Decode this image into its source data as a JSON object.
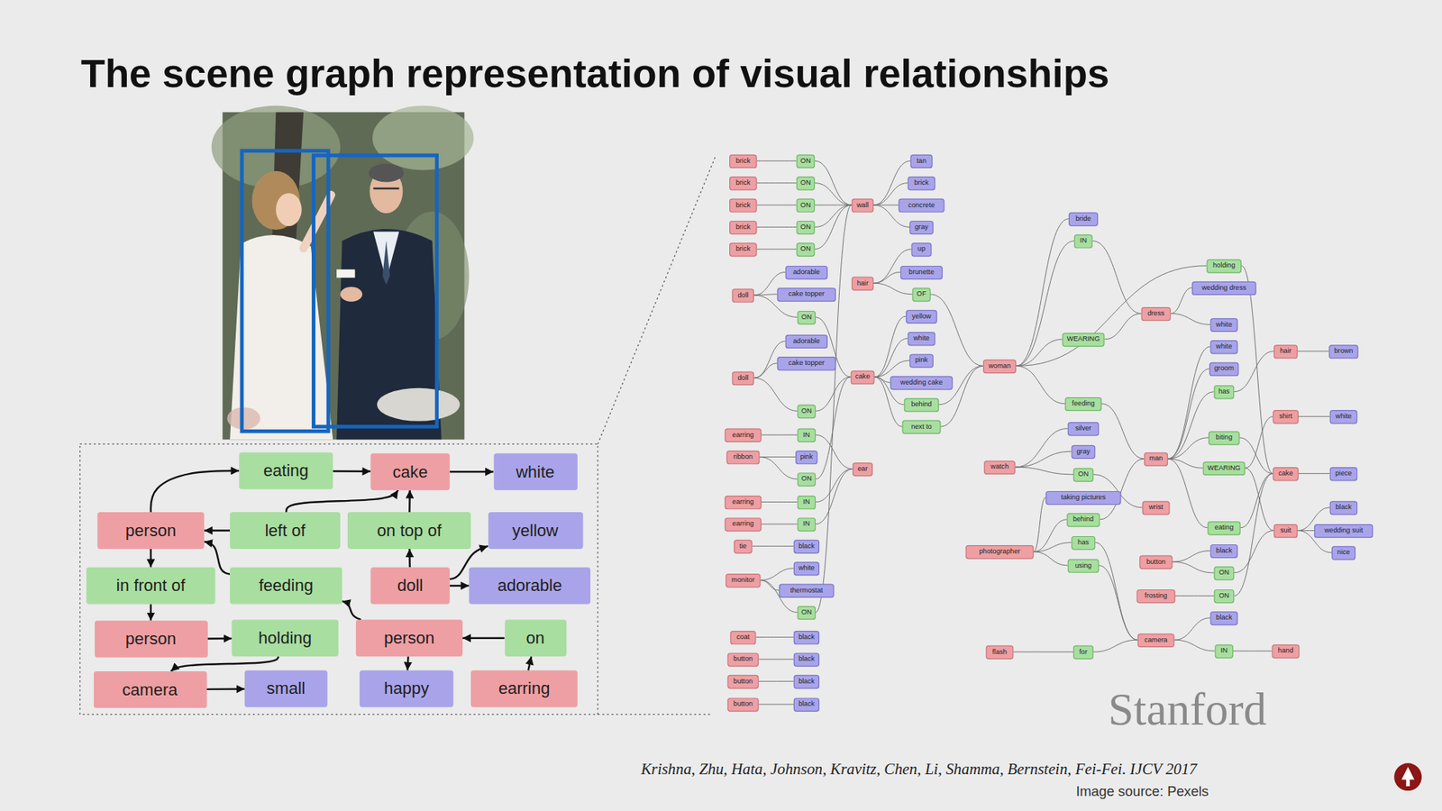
{
  "diagram": {
    "title": "The scene graph representation of visual relationships",
    "nodes": [
      {
        "text": [
          "eating"
        ]
      },
      {
        "text": [
          "cake"
        ]
      },
      {
        "text": [
          "white"
        ]
      },
      {
        "text": [
          "person"
        ]
      },
      {
        "text": [
          "left of"
        ]
      },
      {
        "text": [
          "on top of"
        ]
      },
      {
        "text": [
          "yellow"
        ]
      },
      {
        "text": [
          "in front of"
        ]
      },
      {
        "text": [
          "feeding"
        ]
      },
      {
        "text": [
          "doll"
        ]
      },
      {
        "text": [
          "adorable"
        ]
      },
      {
        "text": [
          "person"
        ]
      },
      {
        "text": [
          "holding"
        ]
      },
      {
        "text": [
          "person"
        ]
      },
      {
        "text": [
          "on"
        ]
      },
      {
        "text": [
          "camera"
        ]
      },
      {
        "text": [
          "small"
        ]
      },
      {
        "text": [
          "happy"
        ]
      },
      {
        "text": [
          "earring"
        ]
      },
      {
        "text": [
          "brick"
        ]
      },
      {
        "text": [
          "ON"
        ]
      },
      {
        "text": [
          "brick"
        ]
      },
      {
        "text": [
          "ON"
        ]
      },
      {
        "text": [
          "brick"
        ]
      },
      {
        "text": [
          "ON"
        ]
      },
      {
        "text": [
          "brick"
        ]
      },
      {
        "text": [
          "ON"
        ]
      },
      {
        "text": [
          "brick"
        ]
      },
      {
        "text": [
          "ON"
        ]
      },
      {
        "text": [
          "adorable"
        ]
      },
      {
        "text": [
          "doll"
        ]
      },
      {
        "text": [
          "cake topper"
        ]
      },
      {
        "text": [
          "ON"
        ]
      },
      {
        "text": [
          "adorable"
        ]
      },
      {
        "text": [
          "cake topper"
        ]
      },
      {
        "text": [
          "doll"
        ]
      },
      {
        "text": [
          "ON"
        ]
      },
      {
        "text": [
          "earring"
        ]
      },
      {
        "text": [
          "IN"
        ]
      },
      {
        "text": [
          "ribbon"
        ]
      },
      {
        "text": [
          "pink"
        ]
      },
      {
        "text": [
          "ON"
        ]
      },
      {
        "text": [
          "earring"
        ]
      },
      {
        "text": [
          "IN"
        ]
      },
      {
        "text": [
          "earring"
        ]
      },
      {
        "text": [
          "IN"
        ]
      },
      {
        "text": [
          "tie"
        ]
      },
      {
        "text": [
          "black"
        ]
      },
      {
        "text": [
          "white"
        ]
      },
      {
        "text": [
          "monitor"
        ]
      },
      {
        "text": [
          "thermostat"
        ]
      },
      {
        "text": [
          "ON"
        ]
      },
      {
        "text": [
          "coat"
        ]
      },
      {
        "text": [
          "black"
        ]
      },
      {
        "text": [
          "button"
        ]
      },
      {
        "text": [
          "black"
        ]
      },
      {
        "text": [
          "button"
        ]
      },
      {
        "text": [
          "black"
        ]
      },
      {
        "text": [
          "button"
        ]
      },
      {
        "text": [
          "black"
        ]
      },
      {
        "text": [
          "wall"
        ]
      },
      {
        "text": [
          "hair"
        ]
      },
      {
        "text": [
          "cake"
        ]
      },
      {
        "text": [
          "ear"
        ]
      },
      {
        "text": [
          "tan"
        ]
      },
      {
        "text": [
          "brick"
        ]
      },
      {
        "text": [
          "concrete"
        ]
      },
      {
        "text": [
          "gray"
        ]
      },
      {
        "text": [
          "up"
        ]
      },
      {
        "text": [
          "brunette"
        ]
      },
      {
        "text": [
          "OF"
        ]
      },
      {
        "text": [
          "yellow"
        ]
      },
      {
        "text": [
          "white"
        ]
      },
      {
        "text": [
          "pink"
        ]
      },
      {
        "text": [
          "wedding cake"
        ]
      },
      {
        "text": [
          "behind"
        ]
      },
      {
        "text": [
          "next to"
        ]
      },
      {
        "text": [
          "woman"
        ]
      },
      {
        "text": [
          "bride"
        ]
      },
      {
        "text": [
          "IN"
        ]
      },
      {
        "text": [
          "WEARING"
        ]
      },
      {
        "text": [
          "feeding"
        ]
      },
      {
        "text": [
          "watch"
        ]
      },
      {
        "text": [
          "silver"
        ]
      },
      {
        "text": [
          "gray"
        ]
      },
      {
        "text": [
          "ON"
        ]
      },
      {
        "text": [
          "taking pictures"
        ]
      },
      {
        "text": [
          "behind"
        ]
      },
      {
        "text": [
          "photographer"
        ]
      },
      {
        "text": [
          "has"
        ]
      },
      {
        "text": [
          "using"
        ]
      },
      {
        "text": [
          "flash"
        ]
      },
      {
        "text": [
          "for"
        ]
      },
      {
        "text": [
          "dress"
        ]
      },
      {
        "text": [
          "man"
        ]
      },
      {
        "text": [
          "wrist"
        ]
      },
      {
        "text": [
          "button"
        ]
      },
      {
        "text": [
          "frosting"
        ]
      },
      {
        "text": [
          "camera"
        ]
      },
      {
        "text": [
          "holding"
        ]
      },
      {
        "text": [
          "wedding dress"
        ]
      },
      {
        "text": [
          "white"
        ]
      },
      {
        "text": [
          "white"
        ]
      },
      {
        "text": [
          "groom"
        ]
      },
      {
        "text": [
          "has"
        ]
      },
      {
        "text": [
          "biting"
        ]
      },
      {
        "text": [
          "WEARING"
        ]
      },
      {
        "text": [
          "eating"
        ]
      },
      {
        "text": [
          "black"
        ]
      },
      {
        "text": [
          "ON"
        ]
      },
      {
        "text": [
          "ON"
        ]
      },
      {
        "text": [
          "black"
        ]
      },
      {
        "text": [
          "IN"
        ]
      },
      {
        "text": [
          "hair"
        ]
      },
      {
        "text": [
          "shirt"
        ]
      },
      {
        "text": [
          "cake"
        ]
      },
      {
        "text": [
          "suit"
        ]
      },
      {
        "text": [
          "hand"
        ]
      },
      {
        "text": [
          "brown"
        ]
      },
      {
        "text": [
          "white"
        ]
      },
      {
        "text": [
          "piece"
        ]
      },
      {
        "text": [
          "black"
        ]
      },
      {
        "text": [
          "wedding suit"
        ]
      },
      {
        "text": [
          "nice"
        ]
      }
    ],
    "edges": [
      {
        "from": 3,
        "to": 0,
        "arrow": "to"
      },
      {
        "from": 0,
        "to": 1,
        "arrow": "to"
      },
      {
        "from": 1,
        "to": 2,
        "arrow": "to"
      },
      {
        "from": 3,
        "to": 7,
        "arrow": "to"
      },
      {
        "from": 7,
        "to": 11,
        "arrow": "to"
      },
      {
        "from": 4,
        "to": 3,
        "arrow": "to"
      },
      {
        "from": 8,
        "to": 3,
        "arrow": "to"
      },
      {
        "from": 4,
        "to": 1,
        "arrow": "to"
      },
      {
        "from": 5,
        "to": 1,
        "arrow": "to"
      },
      {
        "from": 9,
        "to": 5,
        "arrow": "to"
      },
      {
        "from": 9,
        "to": 6,
        "arrow": "to"
      },
      {
        "from": 9,
        "to": 10,
        "arrow": "to"
      },
      {
        "from": 13,
        "to": 8,
        "arrow": "to"
      },
      {
        "from": 11,
        "to": 12,
        "arrow": "to"
      },
      {
        "from": 12,
        "to": 15,
        "arrow": "to"
      },
      {
        "from": 15,
        "to": 16,
        "arrow": "to"
      },
      {
        "from": 13,
        "to": 17,
        "arrow": "to"
      },
      {
        "from": 14,
        "to": 13,
        "arrow": "to"
      },
      {
        "from": 18,
        "to": 14,
        "arrow": "to"
      },
      {
        "from": 19,
        "to": 20,
        "arrow": "none"
      },
      {
        "from": 20,
        "to": 60,
        "arrow": "none"
      },
      {
        "from": 21,
        "to": 22,
        "arrow": "none"
      },
      {
        "from": 22,
        "to": 60,
        "arrow": "none"
      },
      {
        "from": 23,
        "to": 24,
        "arrow": "none"
      },
      {
        "from": 24,
        "to": 60,
        "arrow": "none"
      },
      {
        "from": 25,
        "to": 26,
        "arrow": "none"
      },
      {
        "from": 26,
        "to": 60,
        "arrow": "none"
      },
      {
        "from": 27,
        "to": 28,
        "arrow": "none"
      },
      {
        "from": 28,
        "to": 60,
        "arrow": "none"
      },
      {
        "from": 60,
        "to": 64,
        "arrow": "none"
      },
      {
        "from": 60,
        "to": 65,
        "arrow": "none"
      },
      {
        "from": 60,
        "to": 66,
        "arrow": "none"
      },
      {
        "from": 60,
        "to": 67,
        "arrow": "none"
      },
      {
        "from": 30,
        "to": 29,
        "arrow": "none"
      },
      {
        "from": 30,
        "to": 31,
        "arrow": "none"
      },
      {
        "from": 30,
        "to": 32,
        "arrow": "none"
      },
      {
        "from": 32,
        "to": 62,
        "arrow": "none"
      },
      {
        "from": 35,
        "to": 33,
        "arrow": "none"
      },
      {
        "from": 35,
        "to": 34,
        "arrow": "none"
      },
      {
        "from": 35,
        "to": 36,
        "arrow": "none"
      },
      {
        "from": 36,
        "to": 62,
        "arrow": "none"
      },
      {
        "from": 37,
        "to": 38,
        "arrow": "none"
      },
      {
        "from": 38,
        "to": 63,
        "arrow": "none"
      },
      {
        "from": 39,
        "to": 40,
        "arrow": "none"
      },
      {
        "from": 39,
        "to": 41,
        "arrow": "none"
      },
      {
        "from": 41,
        "to": 62,
        "arrow": "none"
      },
      {
        "from": 42,
        "to": 43,
        "arrow": "none"
      },
      {
        "from": 43,
        "to": 63,
        "arrow": "none"
      },
      {
        "from": 44,
        "to": 45,
        "arrow": "none"
      },
      {
        "from": 45,
        "to": 63,
        "arrow": "none"
      },
      {
        "from": 46,
        "to": 47,
        "arrow": "none"
      },
      {
        "from": 49,
        "to": 48,
        "arrow": "none"
      },
      {
        "from": 49,
        "to": 50,
        "arrow": "none"
      },
      {
        "from": 49,
        "to": 51,
        "arrow": "none"
      },
      {
        "from": 51,
        "to": 60,
        "arrow": "none"
      },
      {
        "from": 52,
        "to": 53,
        "arrow": "none"
      },
      {
        "from": 54,
        "to": 55,
        "arrow": "none"
      },
      {
        "from": 56,
        "to": 57,
        "arrow": "none"
      },
      {
        "from": 58,
        "to": 59,
        "arrow": "none"
      },
      {
        "from": 61,
        "to": 68,
        "arrow": "none"
      },
      {
        "from": 61,
        "to": 69,
        "arrow": "none"
      },
      {
        "from": 61,
        "to": 70,
        "arrow": "none"
      },
      {
        "from": 70,
        "to": 77,
        "arrow": "none"
      },
      {
        "from": 62,
        "to": 71,
        "arrow": "none"
      },
      {
        "from": 62,
        "to": 72,
        "arrow": "none"
      },
      {
        "from": 62,
        "to": 73,
        "arrow": "none"
      },
      {
        "from": 62,
        "to": 74,
        "arrow": "none"
      },
      {
        "from": 62,
        "to": 75,
        "arrow": "none"
      },
      {
        "from": 75,
        "to": 77,
        "arrow": "none"
      },
      {
        "from": 62,
        "to": 76,
        "arrow": "none"
      },
      {
        "from": 76,
        "to": 77,
        "arrow": "none"
      },
      {
        "from": 77,
        "to": 78,
        "arrow": "none"
      },
      {
        "from": 77,
        "to": 79,
        "arrow": "none"
      },
      {
        "from": 79,
        "to": 93,
        "arrow": "none"
      },
      {
        "from": 77,
        "to": 80,
        "arrow": "none"
      },
      {
        "from": 80,
        "to": 93,
        "arrow": "none"
      },
      {
        "from": 77,
        "to": 81,
        "arrow": "none"
      },
      {
        "from": 81,
        "to": 94,
        "arrow": "none"
      },
      {
        "from": 77,
        "to": 99,
        "arrow": "none"
      },
      {
        "from": 99,
        "to": 115,
        "arrow": "none"
      },
      {
        "from": 93,
        "to": 100,
        "arrow": "none"
      },
      {
        "from": 93,
        "to": 101,
        "arrow": "none"
      },
      {
        "from": 94,
        "to": 102,
        "arrow": "none"
      },
      {
        "from": 94,
        "to": 103,
        "arrow": "none"
      },
      {
        "from": 94,
        "to": 104,
        "arrow": "none"
      },
      {
        "from": 104,
        "to": 113,
        "arrow": "none"
      },
      {
        "from": 94,
        "to": 105,
        "arrow": "none"
      },
      {
        "from": 105,
        "to": 115,
        "arrow": "none"
      },
      {
        "from": 94,
        "to": 106,
        "arrow": "none"
      },
      {
        "from": 106,
        "to": 114,
        "arrow": "none"
      },
      {
        "from": 106,
        "to": 116,
        "arrow": "none"
      },
      {
        "from": 94,
        "to": 107,
        "arrow": "none"
      },
      {
        "from": 107,
        "to": 115,
        "arrow": "none"
      },
      {
        "from": 82,
        "to": 83,
        "arrow": "none"
      },
      {
        "from": 82,
        "to": 84,
        "arrow": "none"
      },
      {
        "from": 82,
        "to": 85,
        "arrow": "none"
      },
      {
        "from": 85,
        "to": 95,
        "arrow": "none"
      },
      {
        "from": 88,
        "to": 86,
        "arrow": "none"
      },
      {
        "from": 88,
        "to": 87,
        "arrow": "none"
      },
      {
        "from": 87,
        "to": 94,
        "arrow": "none"
      },
      {
        "from": 88,
        "to": 89,
        "arrow": "none"
      },
      {
        "from": 89,
        "to": 98,
        "arrow": "none"
      },
      {
        "from": 88,
        "to": 90,
        "arrow": "none"
      },
      {
        "from": 90,
        "to": 98,
        "arrow": "none"
      },
      {
        "from": 96,
        "to": 108,
        "arrow": "none"
      },
      {
        "from": 96,
        "to": 109,
        "arrow": "none"
      },
      {
        "from": 109,
        "to": 116,
        "arrow": "none"
      },
      {
        "from": 97,
        "to": 110,
        "arrow": "none"
      },
      {
        "from": 110,
        "to": 115,
        "arrow": "none"
      },
      {
        "from": 98,
        "to": 111,
        "arrow": "none"
      },
      {
        "from": 98,
        "to": 112,
        "arrow": "none"
      },
      {
        "from": 112,
        "to": 117,
        "arrow": "none"
      },
      {
        "from": 91,
        "to": 92,
        "arrow": "none"
      },
      {
        "from": 92,
        "to": 98,
        "arrow": "none"
      },
      {
        "from": 113,
        "to": 118,
        "arrow": "none"
      },
      {
        "from": 114,
        "to": 119,
        "arrow": "none"
      },
      {
        "from": 115,
        "to": 120,
        "arrow": "none"
      },
      {
        "from": 116,
        "to": 121,
        "arrow": "none"
      },
      {
        "from": 116,
        "to": 122,
        "arrow": "none"
      },
      {
        "from": 116,
        "to": 123,
        "arrow": "none"
      }
    ],
    "labels": [
      "Stanford",
      "Krishna, Zhu, Hata, Johnson, Kravitz, Chen, Li, Shamma, Bernstein, Fei-Fei. IJCV 2017",
      "Image source: Pexels"
    ]
  }
}
